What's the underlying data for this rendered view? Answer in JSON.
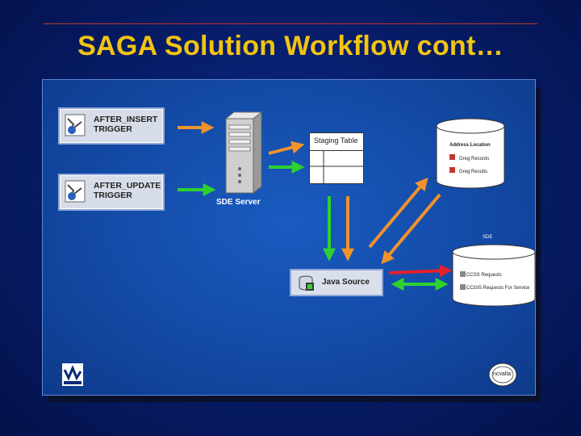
{
  "slide": {
    "title": "SAGA Solution Workflow cont…"
  },
  "diagram": {
    "trigger_insert": "AFTER_INSERT\nTRIGGER",
    "trigger_update": "AFTER_UPDATE\nTRIGGER",
    "server_label": "SDE Server",
    "staging_table": "Staging Table",
    "address_db": {
      "title": "Address Location",
      "items": [
        "Greg Records",
        "Greg Results"
      ]
    },
    "sde_db": {
      "label": "SDE",
      "items": [
        "CCSS Requests",
        "CCGIS Requests For Service"
      ]
    },
    "java_source": "Java Source"
  },
  "colors": {
    "title": "#f2c411",
    "orange_arrow": "#f0932a",
    "green_arrow": "#2fd12f",
    "red_arrow": "#e3212b",
    "panel": "#1a5bc0"
  },
  "logos": {
    "left": "logo-mark",
    "right_text": "ncvalta"
  }
}
